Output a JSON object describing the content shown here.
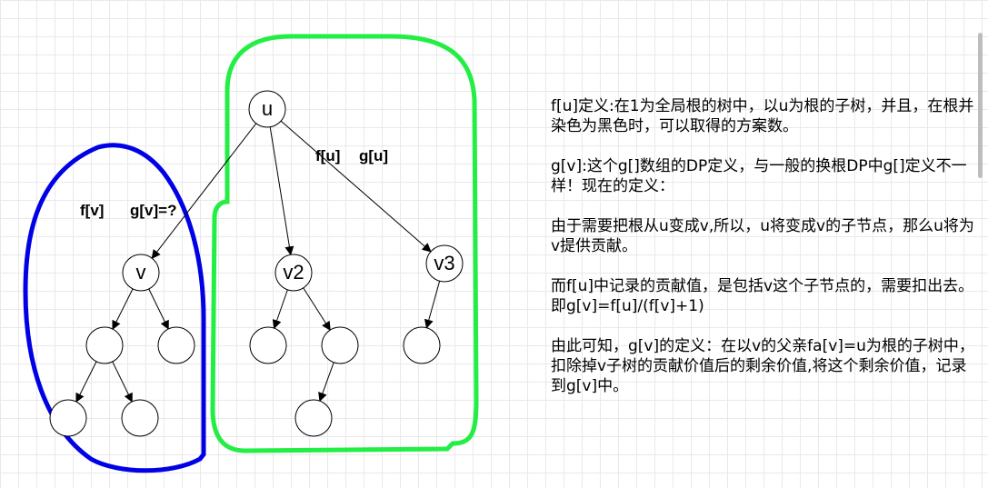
{
  "diagram": {
    "nodes": [
      {
        "id": "u",
        "label": "u"
      },
      {
        "id": "v",
        "label": "v"
      },
      {
        "id": "v2",
        "label": "v2"
      },
      {
        "id": "v3",
        "label": "v3"
      },
      {
        "id": "v_c1",
        "label": ""
      },
      {
        "id": "v_c2",
        "label": ""
      },
      {
        "id": "v_c1_c1",
        "label": ""
      },
      {
        "id": "v_c1_c2",
        "label": ""
      },
      {
        "id": "v2_c1",
        "label": ""
      },
      {
        "id": "v2_c2",
        "label": ""
      },
      {
        "id": "v2_c2_c1",
        "label": ""
      },
      {
        "id": "v3_c1",
        "label": ""
      }
    ],
    "edges": [
      [
        "u",
        "v"
      ],
      [
        "u",
        "v2"
      ],
      [
        "u",
        "v3"
      ],
      [
        "v",
        "v_c1"
      ],
      [
        "v",
        "v_c2"
      ],
      [
        "v_c1",
        "v_c1_c1"
      ],
      [
        "v_c1",
        "v_c1_c2"
      ],
      [
        "v2",
        "v2_c1"
      ],
      [
        "v2",
        "v2_c2"
      ],
      [
        "v2_c2",
        "v2_c2_c1"
      ],
      [
        "v3",
        "v3_c1"
      ]
    ],
    "labels": {
      "fv": "f[v]",
      "gv": "g[v]=?",
      "fu": "f[u]",
      "gu": "g[u]"
    },
    "colors": {
      "blue_outline": "#0000e6",
      "green_outline": "#22ee44",
      "node_stroke": "#000000",
      "node_fill": "#ffffff"
    }
  },
  "notes": {
    "p1": "f[u]定义:在1为全局根的树中，以u为根的子树，并且，在根并染色为黑色时，可以取得的方案数。",
    "p2": "g[v]:这个g[]数组的DP定义，与一般的换根DP中g[]定义不一样！现在的定义：",
    "p3": "由于需要把根从u变成v,所以，u将变成v的子节点，那么u将为v提供贡献。",
    "p4": "而f[u]中记录的贡献值，是包括v这个子节点的，需要扣出去。即g[v]=f[u]/(f[v]+1)",
    "p5": "由此可知，g[v]的定义：在以v的父亲fa[v]=u为根的子树中，扣除掉v子树的贡献价值后的剩余价值,将这个剩余价值，记录到g[v]中。"
  }
}
